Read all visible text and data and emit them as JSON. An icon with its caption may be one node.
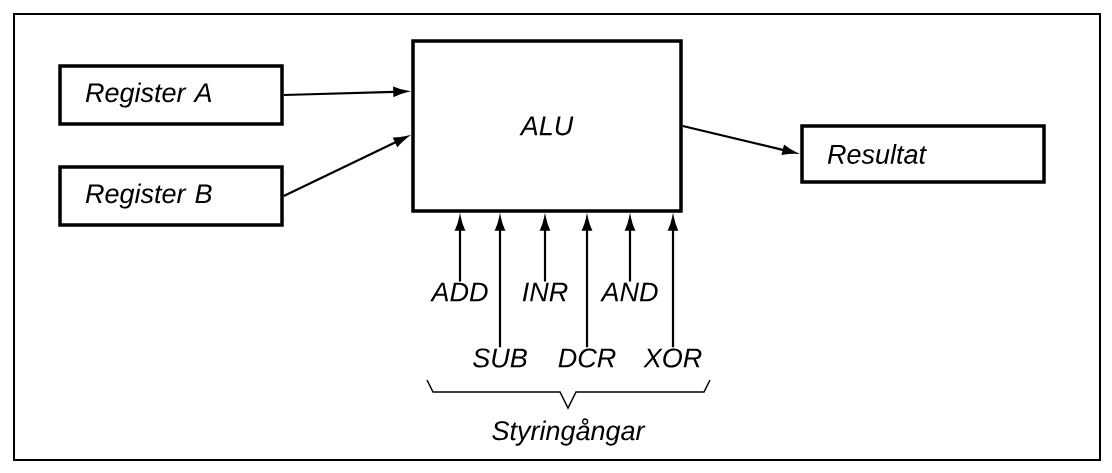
{
  "diagram": {
    "nodes": [
      {
        "text": [
          "Register A"
        ]
      },
      {
        "text": [
          "Register B"
        ]
      },
      {
        "text": [
          "ALU"
        ]
      },
      {
        "text": [
          "Resultat"
        ]
      },
      {
        "text": [
          "ADD"
        ]
      },
      {
        "text": [
          "SUB"
        ]
      },
      {
        "text": [
          "INR"
        ]
      },
      {
        "text": [
          "DCR"
        ]
      },
      {
        "text": [
          "AND"
        ]
      },
      {
        "text": [
          "XOR"
        ]
      }
    ],
    "edges": [
      {
        "from": 0,
        "to": 2,
        "arrow": "to"
      },
      {
        "from": 1,
        "to": 2,
        "arrow": "to"
      },
      {
        "from": 2,
        "to": 3,
        "arrow": "to"
      },
      {
        "from": 4,
        "to": 2,
        "arrow": "to"
      },
      {
        "from": 5,
        "to": 2,
        "arrow": "to"
      },
      {
        "from": 6,
        "to": 2,
        "arrow": "to"
      },
      {
        "from": 7,
        "to": 2,
        "arrow": "to"
      },
      {
        "from": 8,
        "to": 2,
        "arrow": "to"
      },
      {
        "from": 9,
        "to": 2,
        "arrow": "to"
      }
    ],
    "labels": [
      "Styringångar"
    ]
  }
}
